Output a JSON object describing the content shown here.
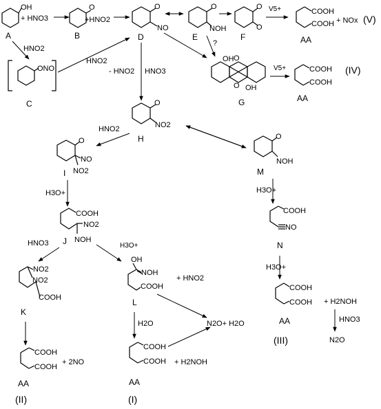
{
  "compounds": {
    "A": {
      "label": "A",
      "group": "OH"
    },
    "B": {
      "label": "B",
      "group": "O"
    },
    "C": {
      "label": "C",
      "group": "ONO"
    },
    "D": {
      "label": "D",
      "group_o": "O",
      "group_2": "NO"
    },
    "E": {
      "label": "E",
      "group_o": "O",
      "group_2": "NOH"
    },
    "F": {
      "label": "F",
      "group_o": "O",
      "group_2": "O"
    },
    "G": {
      "label": "G",
      "oh_top": "OH",
      "oh_bottom": "OH"
    },
    "H": {
      "label": "H",
      "group_o": "O",
      "group_2": "NO2"
    },
    "I": {
      "label": "I",
      "group_o": "O",
      "group_2a": "NO",
      "group_2b": "NO2"
    },
    "J": {
      "label": "J",
      "cooh": "COOH",
      "no2": "NO2",
      "noh": "NOH"
    },
    "K": {
      "label": "K",
      "no2a": "NO2",
      "no2b": "NO2",
      "cooh": "COOH"
    },
    "L": {
      "label": "L",
      "oh": "OH",
      "noh": "NOH",
      "cooh": "COOH"
    },
    "M": {
      "label": "M",
      "group_o": "O",
      "group_2": "NOH"
    },
    "N": {
      "label": "N",
      "cooh": "COOH",
      "cno": "NO"
    },
    "AA": {
      "label": "AA",
      "cooh": "COOH"
    }
  },
  "reagents": {
    "hno3": "HNO3",
    "hno2": "HNO2",
    "minus_hno2": "- HNO2",
    "h3o": "H3O+",
    "h2o": "H2O",
    "v5": "V5+",
    "question": "?",
    "plus_hno3": "+ HNO3",
    "plus_hno2": "+HNO2",
    "plus_nox": "+ NOx",
    "plus_hno2_l": "+ HNO2",
    "n2o_h2o": "N2O+ H2O",
    "plus_h2noh": "+ H2NOH",
    "plus_2no": "+ 2NO",
    "n2o": "N2O"
  },
  "pathways": {
    "I": "(I)",
    "II": "(II)",
    "III": "(III)",
    "IV": "(IV)",
    "V": "(V)"
  }
}
